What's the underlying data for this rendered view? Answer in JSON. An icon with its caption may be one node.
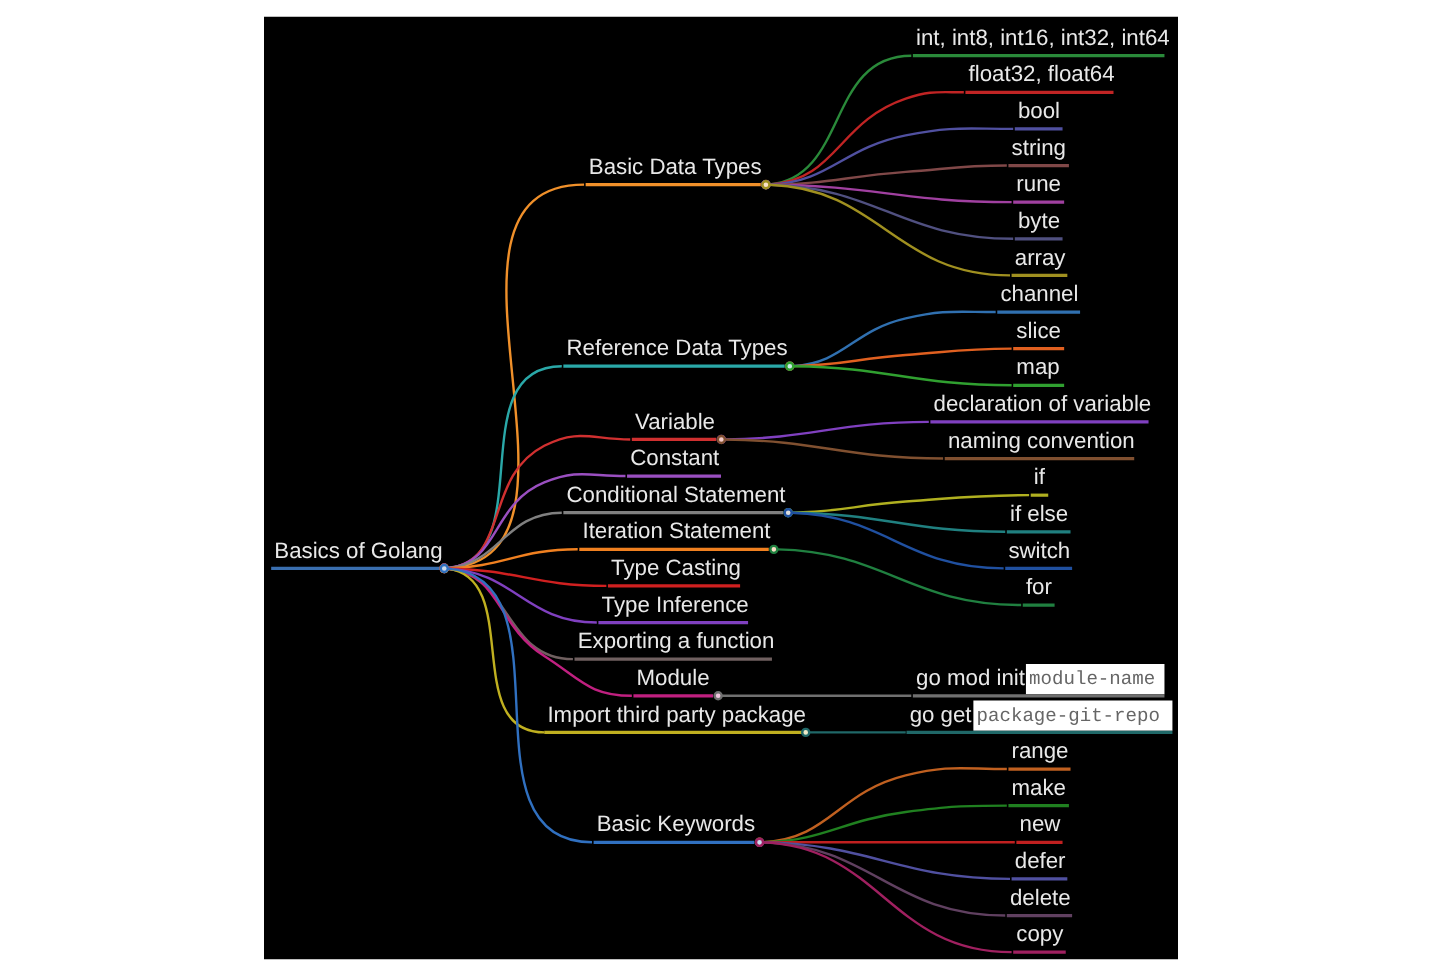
{
  "diagram": {
    "nodes": [
      {
        "text": [
          "Basics of Golang"
        ]
      },
      {
        "text": [
          "Basic Data Types"
        ]
      },
      {
        "text": [
          "int, int8, int16, int32, int64"
        ]
      },
      {
        "text": [
          "float32, float64"
        ]
      },
      {
        "text": [
          "bool"
        ]
      },
      {
        "text": [
          "string"
        ]
      },
      {
        "text": [
          "rune"
        ]
      },
      {
        "text": [
          "byte"
        ]
      },
      {
        "text": [
          "array"
        ]
      },
      {
        "text": [
          "Reference Data Types"
        ]
      },
      {
        "text": [
          "channel"
        ]
      },
      {
        "text": [
          "slice"
        ]
      },
      {
        "text": [
          "map"
        ]
      },
      {
        "text": [
          "Variable"
        ]
      },
      {
        "text": [
          "declaration of variable"
        ]
      },
      {
        "text": [
          "naming convention"
        ]
      },
      {
        "text": [
          "Constant"
        ]
      },
      {
        "text": [
          "Conditional Statement"
        ]
      },
      {
        "text": [
          "if"
        ]
      },
      {
        "text": [
          "if else"
        ]
      },
      {
        "text": [
          "switch"
        ]
      },
      {
        "text": [
          "Iteration Statement"
        ]
      },
      {
        "text": [
          "for"
        ]
      },
      {
        "text": [
          "Type Casting"
        ]
      },
      {
        "text": [
          "Type Inference"
        ]
      },
      {
        "text": [
          "Exporting a function"
        ]
      },
      {
        "text": [
          "Module"
        ]
      },
      {
        "text": [
          "go mod init",
          "module-name"
        ]
      },
      {
        "text": [
          "Import third party package"
        ]
      },
      {
        "text": [
          "go get",
          "package-git-repo"
        ]
      },
      {
        "text": [
          "Basic Keywords"
        ]
      },
      {
        "text": [
          "range"
        ]
      },
      {
        "text": [
          "make"
        ]
      },
      {
        "text": [
          "new"
        ]
      },
      {
        "text": [
          "defer"
        ]
      },
      {
        "text": [
          "delete"
        ]
      },
      {
        "text": [
          "copy"
        ]
      }
    ],
    "edges": [
      {
        "from": 0,
        "to": 1,
        "arrow": "other",
        "color": "#f0902a"
      },
      {
        "from": 1,
        "to": 2,
        "arrow": "other",
        "color": "#2a8a3a"
      },
      {
        "from": 1,
        "to": 3,
        "arrow": "other",
        "color": "#c02424"
      },
      {
        "from": 1,
        "to": 4,
        "arrow": "other",
        "color": "#5050a0"
      },
      {
        "from": 1,
        "to": 5,
        "arrow": "other",
        "color": "#804848"
      },
      {
        "from": 1,
        "to": 6,
        "arrow": "other",
        "color": "#a040a0"
      },
      {
        "from": 1,
        "to": 7,
        "arrow": "other",
        "color": "#505080"
      },
      {
        "from": 1,
        "to": 8,
        "arrow": "other",
        "color": "#a09020"
      },
      {
        "from": 0,
        "to": 9,
        "arrow": "other",
        "color": "#2aa8a8"
      },
      {
        "from": 9,
        "to": 10,
        "arrow": "other",
        "color": "#3070b0"
      },
      {
        "from": 9,
        "to": 11,
        "arrow": "other",
        "color": "#e06020"
      },
      {
        "from": 9,
        "to": 12,
        "arrow": "other",
        "color": "#30a030"
      },
      {
        "from": 0,
        "to": 13,
        "arrow": "other",
        "color": "#d03030"
      },
      {
        "from": 13,
        "to": 14,
        "arrow": "other",
        "color": "#8040c0"
      },
      {
        "from": 13,
        "to": 15,
        "arrow": "other",
        "color": "#805030"
      },
      {
        "from": 0,
        "to": 16,
        "arrow": "other",
        "color": "#9a4fc0"
      },
      {
        "from": 0,
        "to": 17,
        "arrow": "other",
        "color": "#808080"
      },
      {
        "from": 17,
        "to": 18,
        "arrow": "other",
        "color": "#b0b020"
      },
      {
        "from": 17,
        "to": 19,
        "arrow": "other",
        "color": "#208080"
      },
      {
        "from": 17,
        "to": 20,
        "arrow": "other",
        "color": "#2050a0"
      },
      {
        "from": 0,
        "to": 21,
        "arrow": "other",
        "color": "#f08020"
      },
      {
        "from": 21,
        "to": 22,
        "arrow": "other",
        "color": "#208040"
      },
      {
        "from": 0,
        "to": 23,
        "arrow": "other",
        "color": "#d02020"
      },
      {
        "from": 0,
        "to": 24,
        "arrow": "other",
        "color": "#8040c0"
      },
      {
        "from": 0,
        "to": 25,
        "arrow": "other",
        "color": "#706060"
      },
      {
        "from": 0,
        "to": 26,
        "arrow": "other",
        "color": "#c02080"
      },
      {
        "from": 26,
        "to": 27,
        "arrow": "other",
        "color": "#707070"
      },
      {
        "from": 0,
        "to": 28,
        "arrow": "other",
        "color": "#c0b020"
      },
      {
        "from": 28,
        "to": 29,
        "arrow": "other",
        "color": "#206868"
      },
      {
        "from": 0,
        "to": 30,
        "arrow": "other",
        "color": "#3070c0"
      },
      {
        "from": 30,
        "to": 31,
        "arrow": "other",
        "color": "#c06020"
      },
      {
        "from": 30,
        "to": 32,
        "arrow": "other",
        "color": "#208020"
      },
      {
        "from": 30,
        "to": 33,
        "arrow": "other",
        "color": "#c02020"
      },
      {
        "from": 30,
        "to": 34,
        "arrow": "other",
        "color": "#5050a0"
      },
      {
        "from": 30,
        "to": 35,
        "arrow": "other",
        "color": "#604060"
      },
      {
        "from": 30,
        "to": 36,
        "arrow": "other",
        "color": "#a02060"
      }
    ]
  }
}
